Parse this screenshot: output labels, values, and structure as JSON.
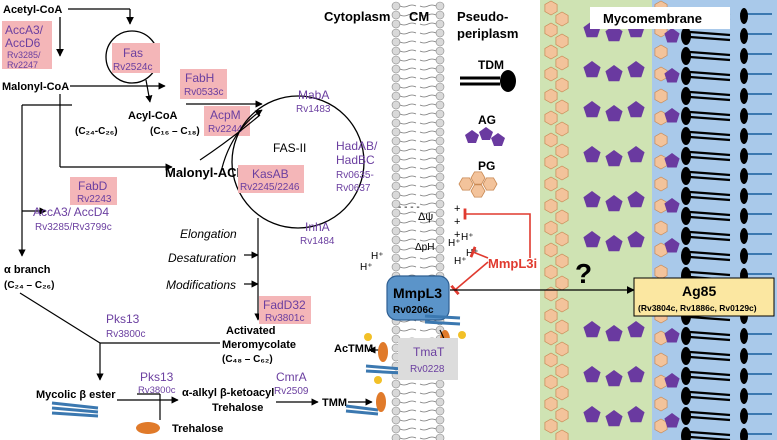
{
  "regions": {
    "cytoplasm": "Cytoplasm",
    "cm": "CM",
    "pseudo_line1": "Pseudo-",
    "pseudo_line2": "periplasm",
    "mycomembrane": "Mycomembrane"
  },
  "nodes": {
    "acetyl_coa": "Acetyl-CoA",
    "malonyl_coa": "Malonyl-CoA",
    "acyl_coa": "Acyl-CoA",
    "acyl_c24": "(C₂₄-C₂₆)",
    "acyl_c16": "(C₁₆ – C₁₈)",
    "malonyl_acp": "Malonyl-ACP",
    "fas2": "FAS-II",
    "alpha_branch": "α branch",
    "alpha_range": "(C₂₄ – C₂₆)",
    "elongation": "Elongation",
    "desaturation": "Desaturation",
    "modifications": "Modifications",
    "activated_line1": "Activated",
    "activated_line2": "Meromycolate",
    "activated_range": "(C₄₈ – C₆₂)",
    "mycolic_ester": "Mycolic β ester",
    "ketoacyl_line1": "α-alkyl β-ketoacyl",
    "ketoacyl_line2": "Trehalose",
    "tmm": "TMM",
    "actmm": "AcTMM",
    "trehalose": "Trehalose",
    "question": "?"
  },
  "enzymes": {
    "accad6_a": "AccA3/",
    "accad6_b": "AccD6",
    "accad6_c": "Rv3285/",
    "accad6_d": "Rv2247",
    "fas": "Fas",
    "fas_rv": "Rv2524c",
    "fabh": "FabH",
    "fabh_rv": "Rv0533c",
    "acpm": "AcpM",
    "acpm_rv": "Rv2244",
    "kasab": "KasAB",
    "kasab_rv": "Rv2245/2246",
    "mabA": "MabA",
    "mabA_rv": "Rv1483",
    "hadab": "HadAB/",
    "hadbc": "HadBC",
    "had_rv1": "Rv0635-",
    "had_rv2": "Rv0637",
    "inha": "InhA",
    "inha_rv": "Rv1484",
    "fabd": "FabD",
    "fabd_rv": "Rv2243",
    "accad4": "AccA3/ AccD4",
    "accad4_rv": "Rv3285/Rv3799c",
    "fadd32": "FadD32",
    "fadd32_rv": "Rv3801c",
    "pks13_top": "Pks13",
    "pks13_top_rv": "Rv3800c",
    "pks13_bot": "Pks13",
    "pks13_bot_rv": "Rv3800c",
    "cmra": "CmrA",
    "cmra_rv": "Rv2509",
    "tmat": "TmaT",
    "tmat_rv": "Rv0228"
  },
  "membrane": {
    "mmpl3": "MmpL3",
    "mmpl3_rv": "Rv0206c",
    "mmpl3i": "MmpL3i",
    "delta_psi": "Δψ",
    "delta_ph": "ΔpH",
    "hplus": "H⁺"
  },
  "legend": {
    "tdm": "TDM",
    "ag": "AG",
    "pg": "PG"
  },
  "ag85": {
    "title": "Ag85",
    "sub": "(Rv3804c, Rv1886c, Rv0129c)"
  },
  "colors": {
    "enzyme_fill": "#f4b6b8",
    "enzyme_text": "#6b3fa0",
    "red": "#e03a2f",
    "green_region": "#cfe3b3",
    "blue_region": "#a9c9ea",
    "mmpl3_fill": "#5b94c9",
    "ag85_fill": "#fbe7a1",
    "ag_purple": "#6a3aa0",
    "pg_fill": "#f3c39b",
    "tmat_fill": "#dcdcdc"
  }
}
